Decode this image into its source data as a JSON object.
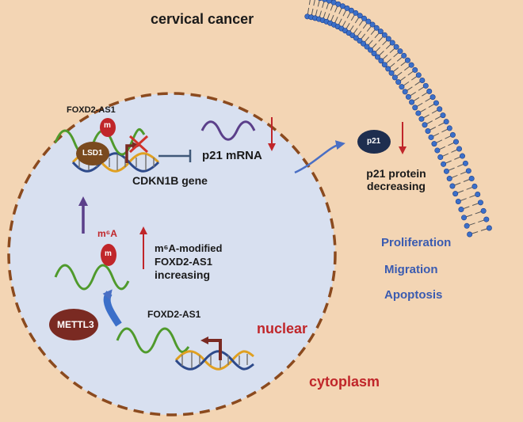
{
  "title": "cervical cancer",
  "labels": {
    "foxd2_top": "FOXD2-AS1",
    "m_mark": "m",
    "lsd1": "LSD1",
    "cdkn1b": "CDKN1B gene",
    "p21_mrna": "p21 mRNA",
    "p21_node": "p21",
    "p21_protein_line1": "p21 protein",
    "p21_protein_line2": "decreasing",
    "m6a": "m⁶A",
    "m6a_modified_line1": "m⁶A-modified",
    "m6a_modified_line2": "FOXD2-AS1",
    "m6a_modified_line3": "increasing",
    "mettl3": "METTL3",
    "foxd2_bottom": "FOXD2-AS1",
    "nuclear": "nuclear",
    "cytoplasm": "cytoplasm"
  },
  "outcomes": [
    "Proliferation",
    "Migration",
    "Apoptosis"
  ],
  "colors": {
    "background": "#f3d5b4",
    "nucleus_fill": "#d8e0f0",
    "nucleus_border": "#8b4a1e",
    "red": "#c0262a",
    "blue_text": "#3a5bb0",
    "mrna": "#5b3f8a",
    "rna_green": "#4f9a2c",
    "enzyme_brown": "#7a2a22",
    "lsd1_brown": "#7a4a1e",
    "membrane_head": "#3b6fc9"
  }
}
